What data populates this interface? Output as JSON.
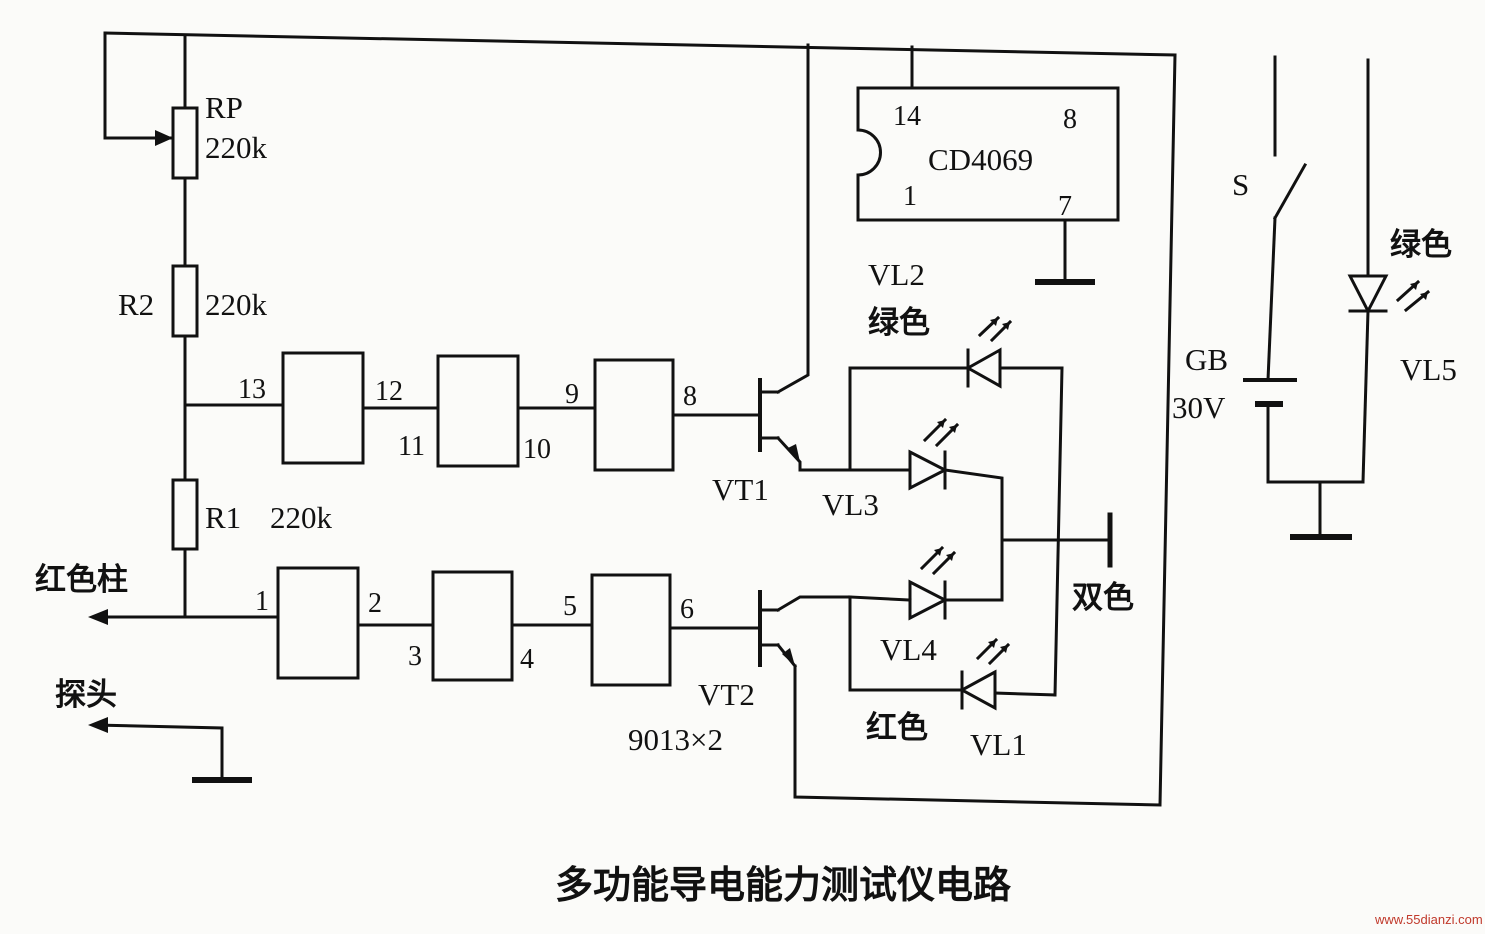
{
  "title": "多功能导电能力测试仪电路",
  "watermark": "www.55dianzi.com",
  "ic": {
    "name": "CD4069",
    "pin_tl": "14",
    "pin_tr": "8",
    "pin_bl": "1",
    "pin_br": "7"
  },
  "resistors": {
    "rp": {
      "name": "RP",
      "value": "220k"
    },
    "r2": {
      "name": "R2",
      "value": "220k"
    },
    "r1": {
      "name": "R1",
      "value": "220k"
    }
  },
  "gate_pins": {
    "g1_in": "13",
    "g1_out": "12",
    "g2_in": "11",
    "g2_out": "10",
    "g3_in": "9",
    "g3_out": "8",
    "g4_in": "1",
    "g4_out": "2",
    "g5_in": "3",
    "g5_out": "4",
    "g6_in": "5",
    "g6_out": "6"
  },
  "transistors": {
    "vt1": "VT1",
    "vt2": "VT2",
    "type": "9013×2"
  },
  "leds": {
    "vl1": "VL1",
    "vl2": "VL2",
    "vl3": "VL3",
    "vl4": "VL4",
    "vl5": "VL5",
    "green_vl2": "绿色",
    "green_vl5": "绿色",
    "red_vl1": "红色",
    "bicolor": "双色"
  },
  "power": {
    "switch": "S",
    "battery": "GB",
    "voltage": "30V"
  },
  "probes": {
    "red": "红色柱",
    "probe": "探头"
  },
  "colors": {
    "ink": "#111111",
    "paper": "#fbfbf9",
    "watermark": "#c0392b"
  }
}
